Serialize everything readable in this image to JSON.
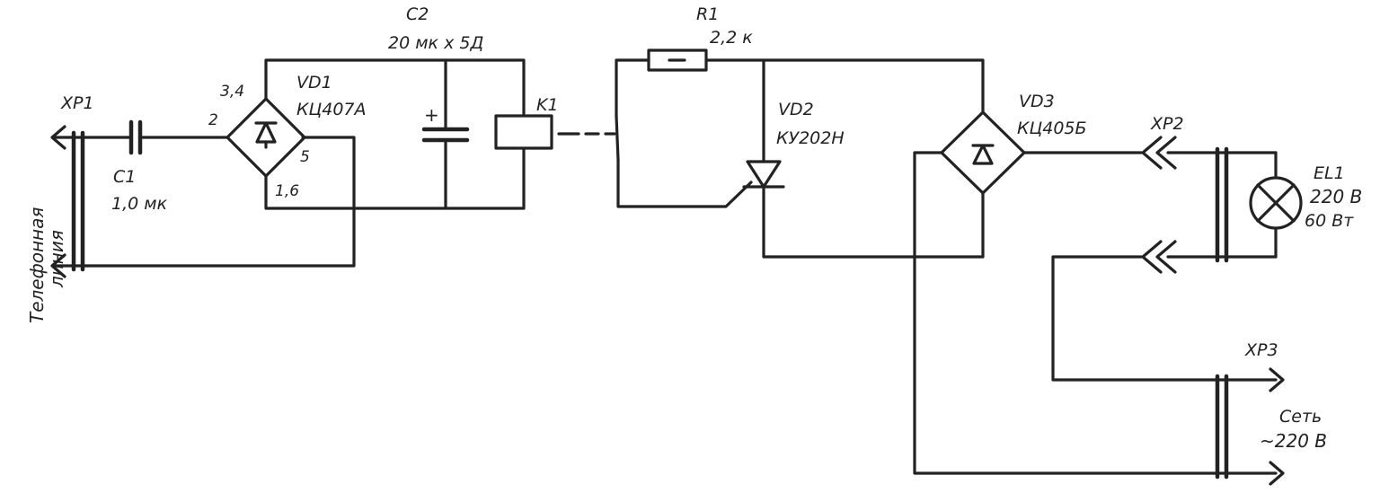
{
  "line_label": [
    "Телефонная",
    "линия"
  ],
  "xp1": "XP1",
  "c1": {
    "ref": "C1",
    "value": "1,0 мк"
  },
  "vd1": {
    "ref": "VD1",
    "part": "КЦ407А",
    "pin_34": "3,4",
    "pin_2": "2",
    "pin_5": "5",
    "pin_16": "1,6"
  },
  "c2": {
    "ref": "C2",
    "value": "20 мк х 5Д",
    "plus": "+"
  },
  "k1": {
    "ref": "K1"
  },
  "r1": {
    "ref": "R1",
    "value": "2,2 к"
  },
  "vd2": {
    "ref": "VD2",
    "part": "КУ202Н"
  },
  "vd3": {
    "ref": "VD3",
    "part": "КЦ405Б"
  },
  "xp2": "XP2",
  "el1": {
    "ref": "EL1",
    "voltage": "220 В",
    "power": "60 Вт"
  },
  "xp3": "XP3",
  "mains": {
    "label": "Сеть",
    "voltage": "~220 В"
  }
}
